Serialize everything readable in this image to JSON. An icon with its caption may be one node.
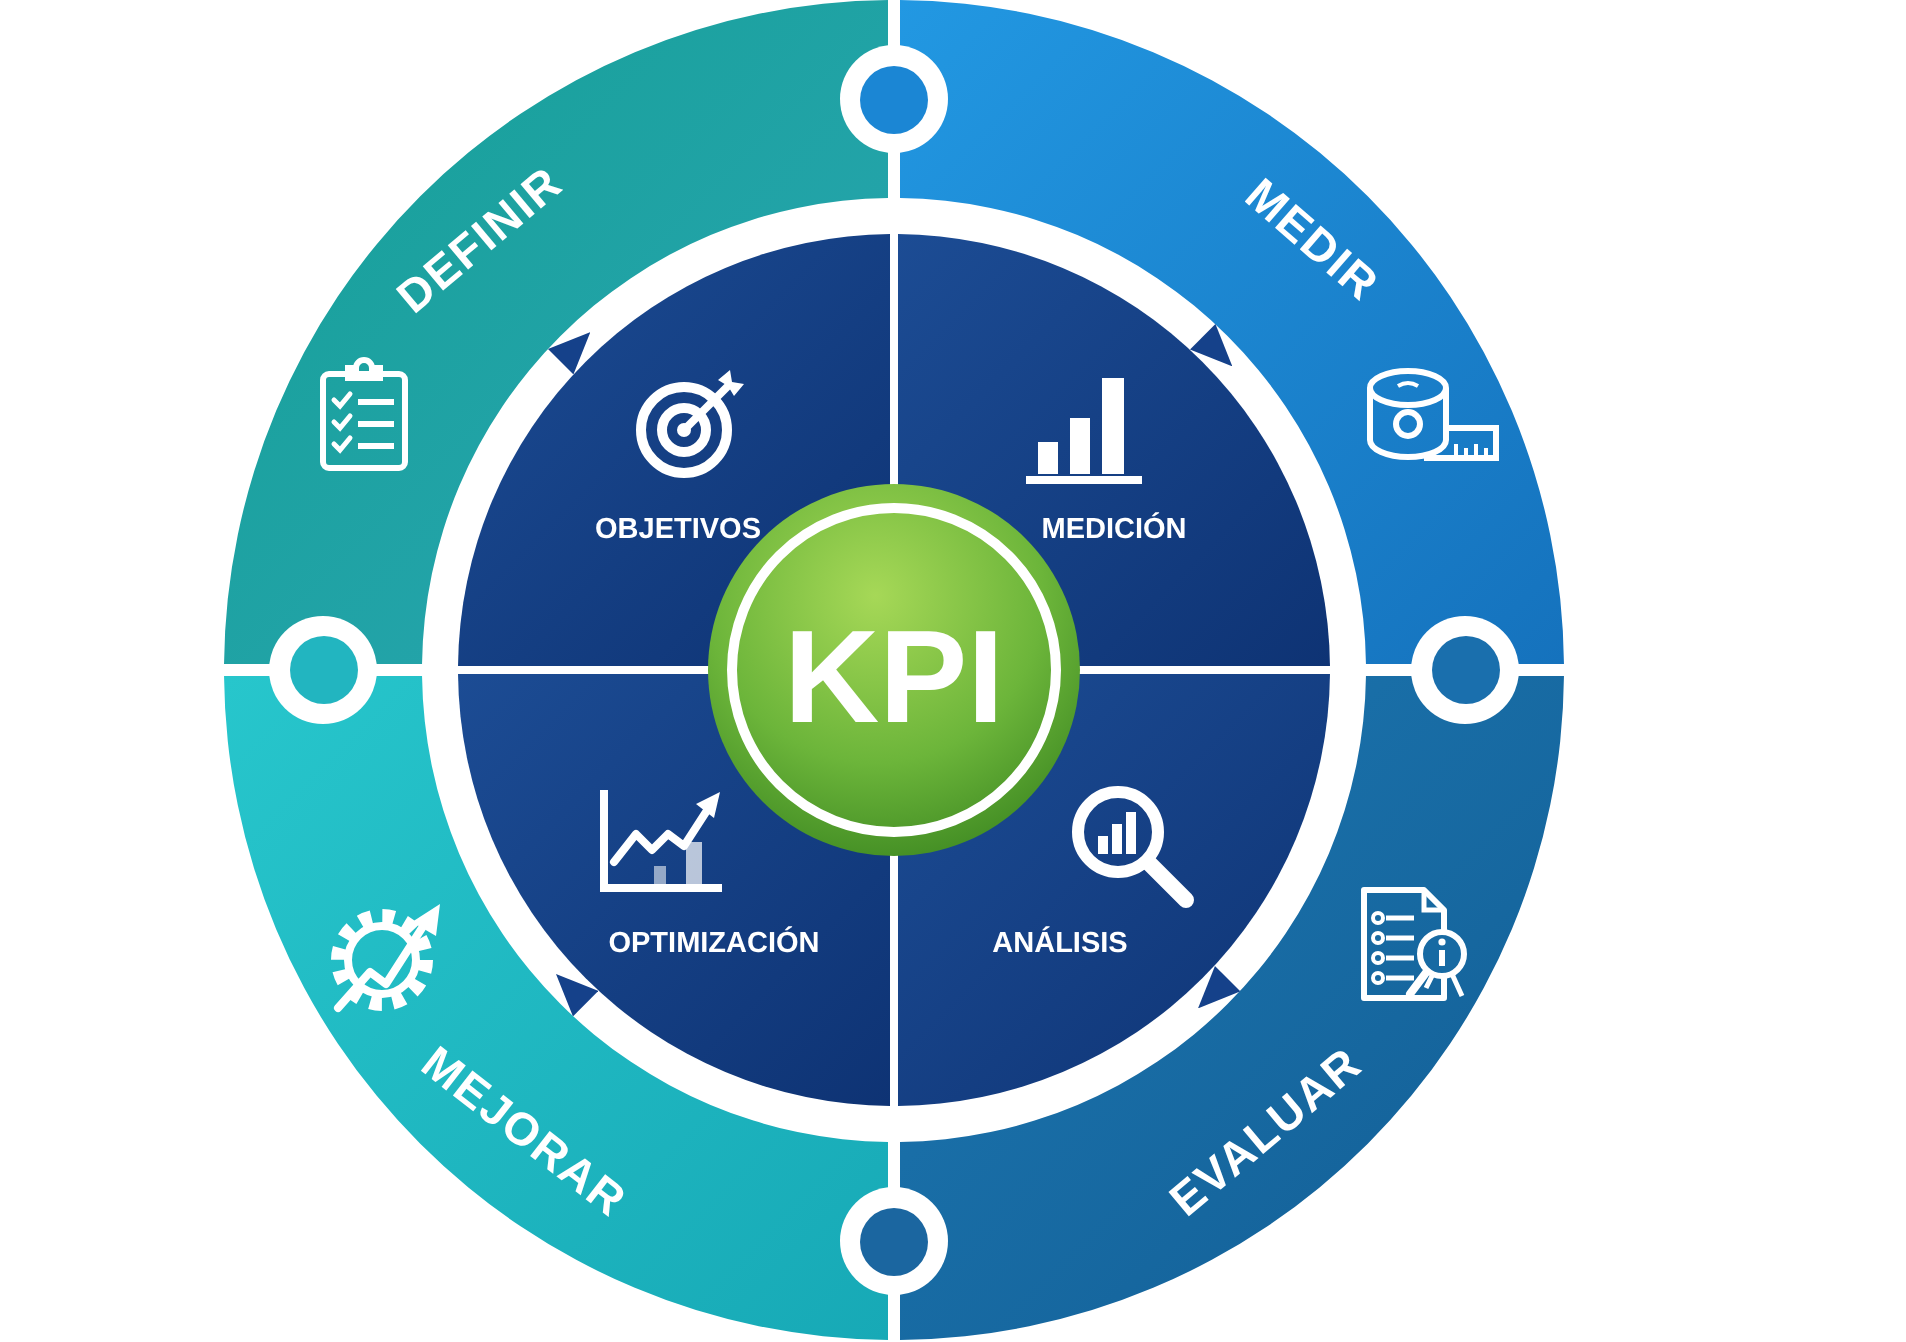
{
  "diagram": {
    "nodes": [
      {
        "text": [
          "DEFINIR"
        ]
      },
      {
        "text": [
          "MEDIR"
        ]
      },
      {
        "text": [
          "OBJETIVOS"
        ]
      },
      {
        "text": [
          "MEDICIÓN"
        ]
      },
      {
        "text": [
          "KPI"
        ]
      },
      {
        "text": [
          "OPTIMIZACIÓN"
        ]
      },
      {
        "text": [
          "ANÁLISIS"
        ]
      },
      {
        "text": [
          "MEJORAR"
        ]
      },
      {
        "text": [
          "EVALUAR"
        ]
      }
    ]
  }
}
